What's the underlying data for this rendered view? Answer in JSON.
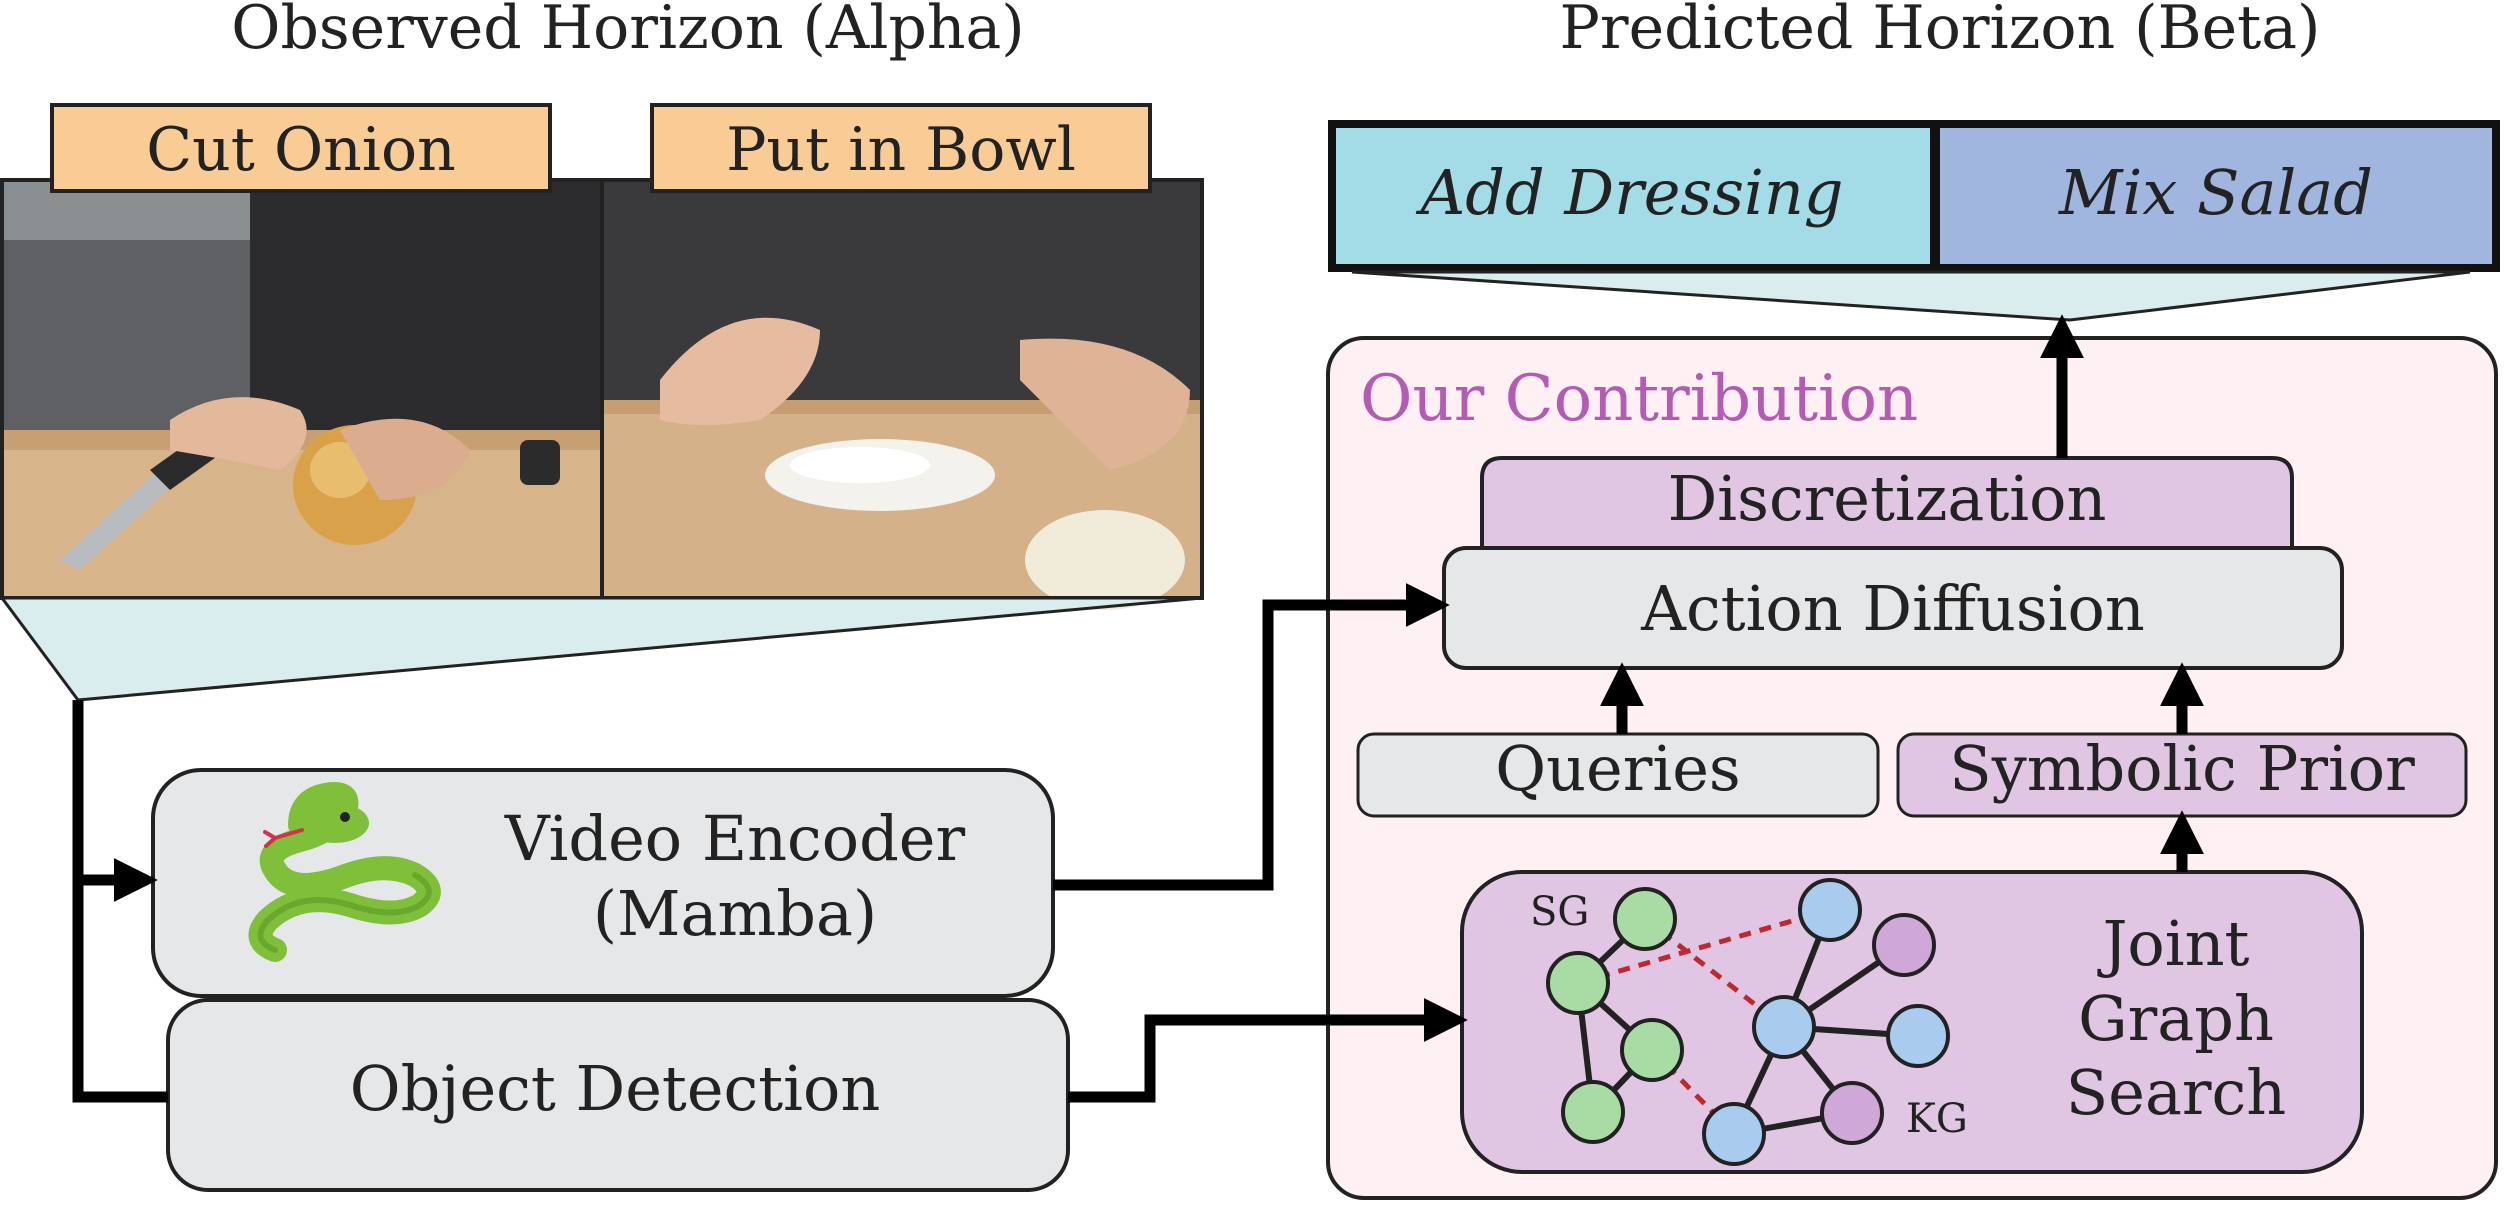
{
  "observed": {
    "title": "Observed Horizon (Alpha)",
    "frames": [
      {
        "label": "Cut Onion"
      },
      {
        "label": "Put in Bowl"
      }
    ]
  },
  "predicted": {
    "title": "Predicted Horizon (Beta)",
    "actions": [
      {
        "label": "Add Dressing",
        "color": "#a3dbe6"
      },
      {
        "label": "Mix Salad",
        "color": "#a0b6de"
      }
    ]
  },
  "contribution": {
    "title": "Our Contribution",
    "discretization": "Discretization",
    "action_diffusion": "Action Diffusion",
    "queries": "Queries",
    "symbolic_prior": "Symbolic Prior",
    "joint_graph_search": [
      "Joint",
      "Graph",
      "Search"
    ],
    "sg_label": "SG",
    "kg_label": "KG"
  },
  "encoder": {
    "video_encoder": [
      "Video Encoder",
      "(Mamba)"
    ],
    "object_detection": "Object Detection",
    "icon": "snake-icon"
  },
  "colors": {
    "label_orange": "#f8cc94",
    "gray_box": "#e6e7e9",
    "purple_box": "#e0c6e2",
    "pink_panel": "#fff0f4",
    "contribution_text": "#b45bb4",
    "funnel": "#d9ecee",
    "node_green": "#a9dca4",
    "node_blue": "#a8cbee",
    "node_purple": "#cfa8d8",
    "red_dashed": "#c0282e"
  }
}
